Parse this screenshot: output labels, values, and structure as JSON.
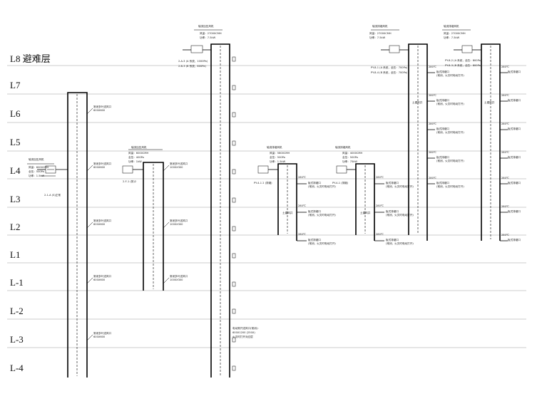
{
  "levels": [
    {
      "id": "L8",
      "label": "L8 避难层"
    },
    {
      "id": "L7",
      "label": "L7"
    },
    {
      "id": "L6",
      "label": "L6"
    },
    {
      "id": "L5",
      "label": "L5"
    },
    {
      "id": "L4",
      "label": "L4"
    },
    {
      "id": "L3",
      "label": "L3"
    },
    {
      "id": "L2",
      "label": "L2"
    },
    {
      "id": "L1",
      "label": "L1"
    },
    {
      "id": "L-1",
      "label": "L-1"
    },
    {
      "id": "L-2",
      "label": "L-2"
    },
    {
      "id": "L-3",
      "label": "L-3"
    },
    {
      "id": "L-4",
      "label": "L-4"
    }
  ],
  "fans": {
    "fan_l4_left": {
      "title": "轴流加压风机",
      "spec1": "风量：6000CMH",
      "spec2": "全压：500Pa",
      "spec3": "功率：1.5kW",
      "tag": "2-1-A (S)正常"
    },
    "fan_l4_mid": {
      "title": "轴流加压风机",
      "spec1": "风量：6000CMH",
      "spec2": "全压：400Pa",
      "spec3": "功率：1kW",
      "tag": "2-F-1 (排)2"
    },
    "fan_l8_mid": {
      "title": "轴流加压风机",
      "spec1": "风量：27000CMH",
      "spec2": "功率：7.5kW",
      "tag1": "2-A-3 (A 系统，1000Pa)",
      "tag2": "2-B-3 (B 系统，800Pa)"
    },
    "fan_l4_r1": {
      "title": "轴流排烟风机",
      "spec1": "风量：5800CMH",
      "spec2": "全压：500Pa",
      "spec3": "功率：1.5kW",
      "tag": "PY-4-1 2 (排烟)"
    },
    "fan_l4_r2": {
      "title": "轴流排烟风机",
      "spec1": "风量：4000CMH",
      "spec2": "全压：500Pa",
      "spec3": "功率：75kW",
      "tag": "PY-4-1 (排烟)"
    },
    "fan_l8_r1": {
      "title": "轴流排烟风机",
      "spec1": "风量：27000CMH",
      "spec2": "功率：7.5kW",
      "tag1": "PY-8-1 (A 系统，全压：700Pa)",
      "tag2": "PY-8-4 (B 系统，全压：700Pa)"
    },
    "fan_l8_r2": {
      "title": "轴流排烟风机",
      "spec1": "风量：27000CMH",
      "spec2": "功率：7.5kW",
      "tag1": "PY-8-2 (A 系统，全压：800Pa)",
      "tag2": "PY-8-3 (B 系统，全压：800Pa)"
    }
  },
  "notes": {
    "outlet_label": "常闭多叶送风口",
    "outlet_size": "600X600",
    "outlet_size_b": "1000X300",
    "smoke_outlet": "板式排烟口",
    "smoke_outlet_sub": "(常闭，火灾时电动打开)",
    "damper": "280℃",
    "shaft": "土建风井",
    "basement_note1": "电动常开送风口(常闭)：",
    "basement_note2": "600X1200 (250X)",
    "basement_note3": "火灾时打开对应层"
  }
}
